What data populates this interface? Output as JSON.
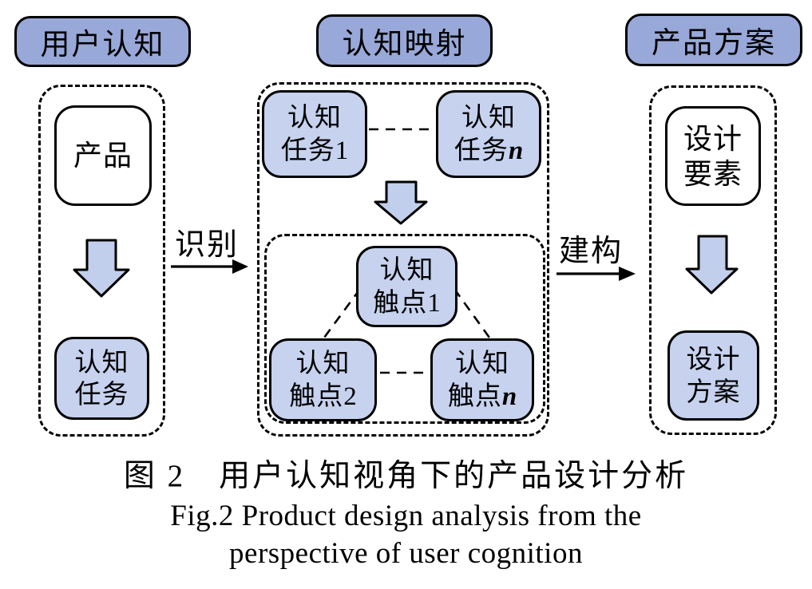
{
  "headers": {
    "user_cognition": "用户认知",
    "cognitive_mapping": "认知映射",
    "product_solution": "产品方案"
  },
  "left_column": {
    "product": "产品",
    "task": {
      "line1": "认知",
      "line2": "任务"
    }
  },
  "middle_column": {
    "task1": {
      "line1": "认知",
      "line2": "任务",
      "suffix": "1"
    },
    "task_n": {
      "line1": "认知",
      "line2": "任务",
      "suffix": "n"
    },
    "touch1": {
      "line1": "认知",
      "line2": "触点",
      "suffix": "1"
    },
    "touch2": {
      "line1": "认知",
      "line2": "触点",
      "suffix": "2"
    },
    "touch_n": {
      "line1": "认知",
      "line2": "触点",
      "suffix": "n"
    }
  },
  "right_column": {
    "design_elements": {
      "line1": "设计",
      "line2": "要素"
    },
    "design_solution": {
      "line1": "设计",
      "line2": "方案"
    }
  },
  "flow": {
    "identify": "识别",
    "construct": "建构"
  },
  "caption": {
    "zh": "图 2　用户认知视角下的产品设计分析",
    "en_line1": "Fig.2 Product design analysis from the",
    "en_line2": "perspective of user cognition"
  },
  "colors": {
    "header_fill": "#98a8d8",
    "box_fill": "#c6d2ee",
    "arrow_fill": "#c2cfec",
    "border": "#000000",
    "background": "#ffffff"
  }
}
